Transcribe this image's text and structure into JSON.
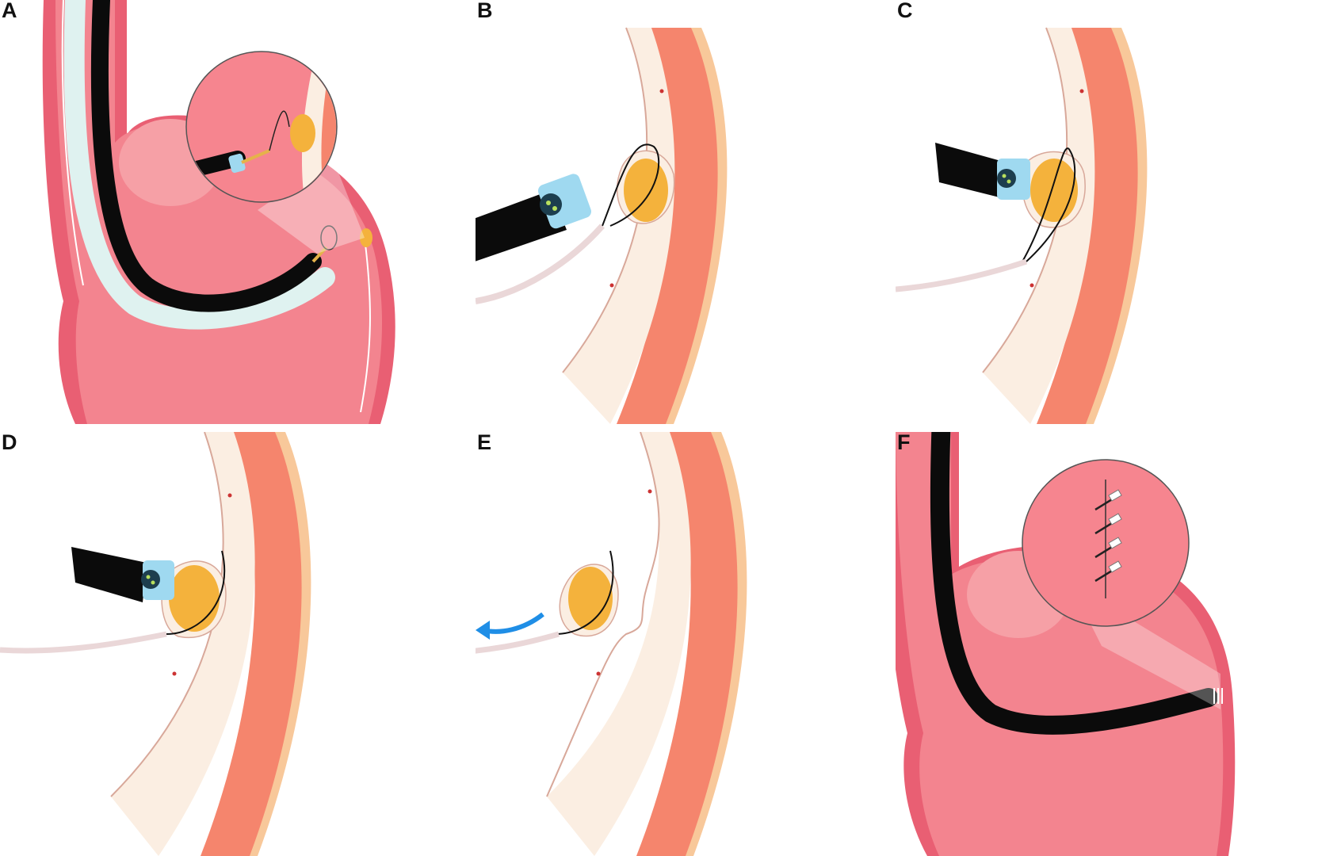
{
  "panels": [
    {
      "id": "A",
      "label": "A",
      "step": "snare-placement-overview"
    },
    {
      "id": "B",
      "label": "B",
      "step": "snare-around-lesion"
    },
    {
      "id": "C",
      "label": "C",
      "step": "lesion-suctioned-into-cap"
    },
    {
      "id": "D",
      "label": "D",
      "step": "snare-tightened-at-base"
    },
    {
      "id": "E",
      "label": "E",
      "step": "lesion-resected-and-retrieved"
    },
    {
      "id": "F",
      "label": "F",
      "step": "defect-closure-with-clips"
    }
  ],
  "colors": {
    "mucosa": "#f28a8f",
    "wall_dark": "#d85a6a",
    "submucosa": "#fbeee2",
    "muscle": "#f5856d",
    "serosa": "#f8c89a",
    "tumor": "#f4b23c",
    "endoscope": "#0b0b0b",
    "cap": "#9fd9f0",
    "arrow": "#1f8ee6"
  }
}
